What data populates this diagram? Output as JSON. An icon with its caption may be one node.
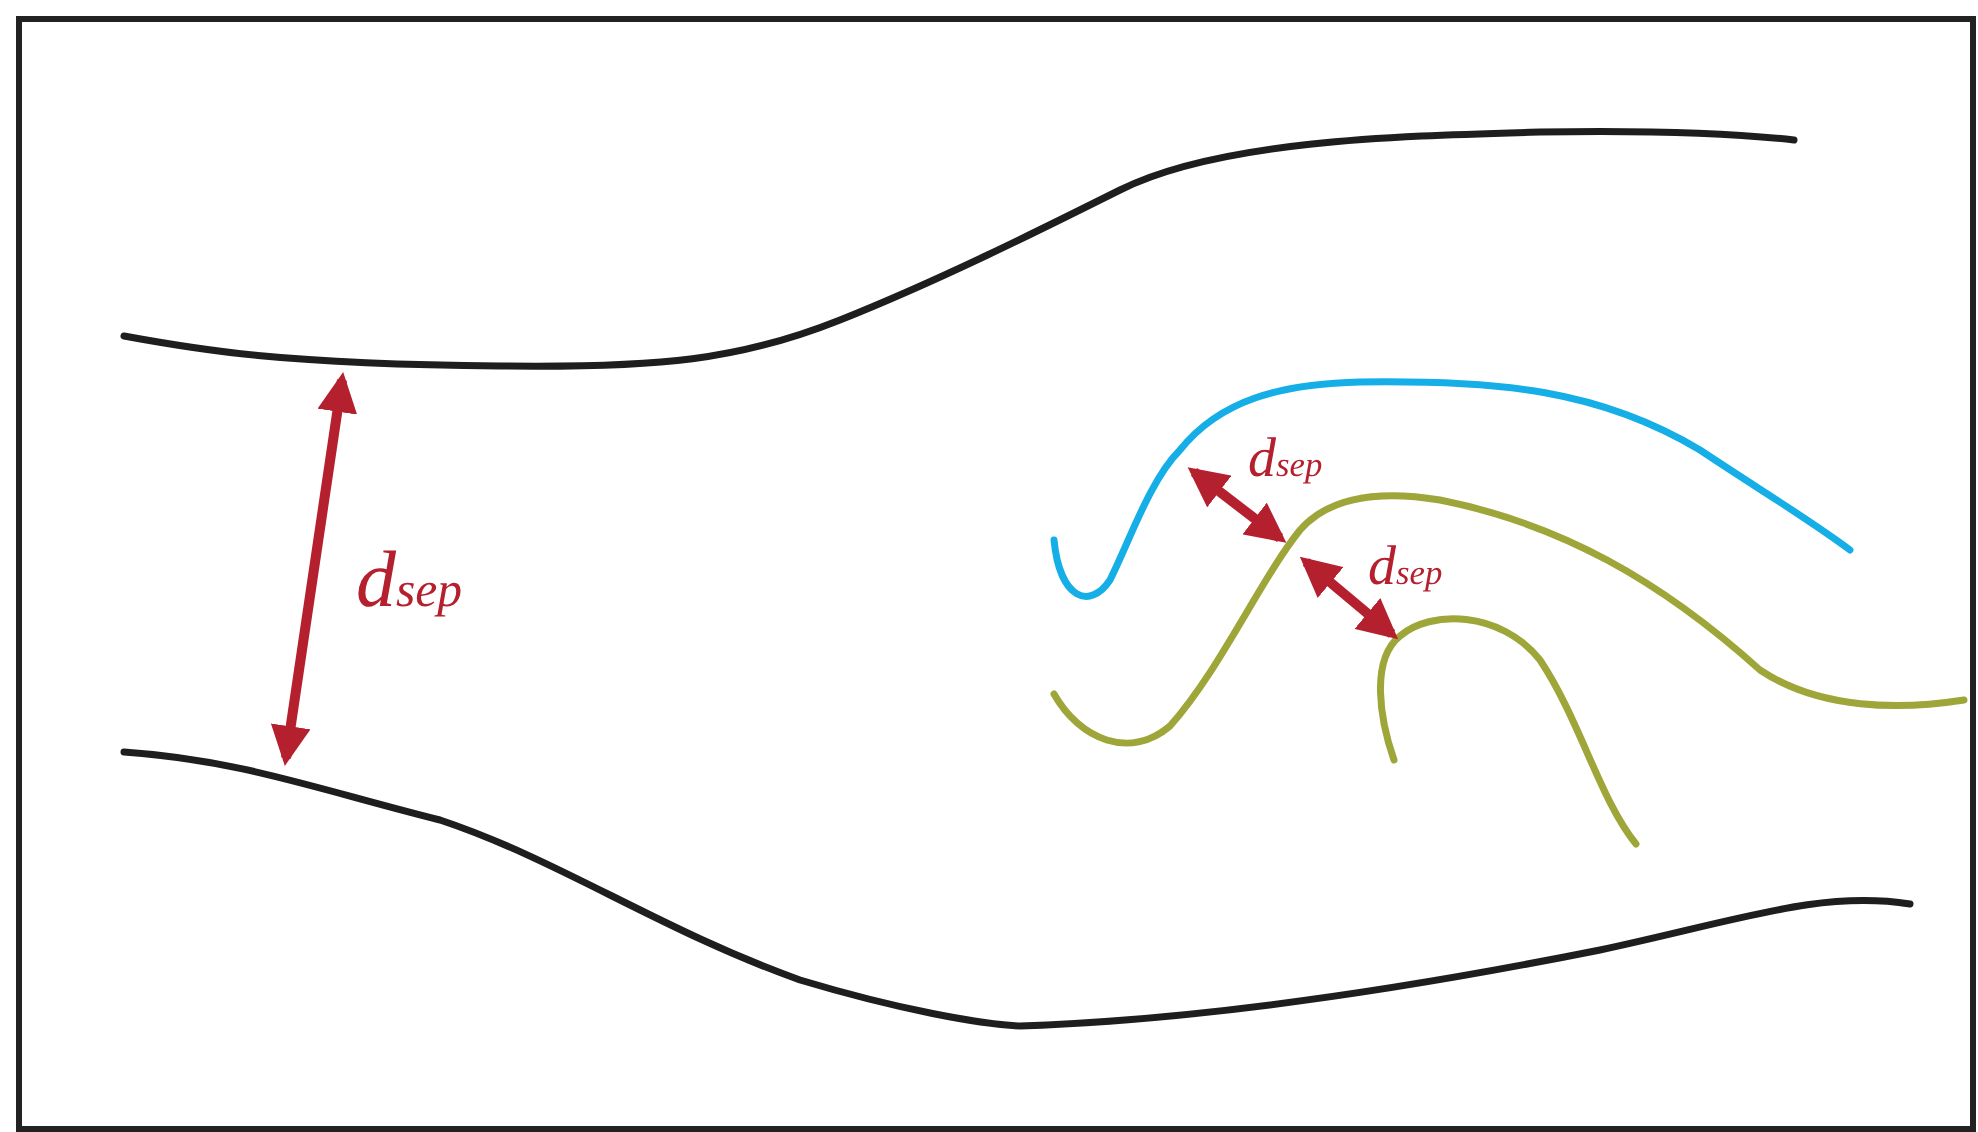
{
  "diagram": {
    "labels": [
      "d$_{sep}$",
      "d$_{sep}$",
      "d$_{sep}$"
    ]
  }
}
